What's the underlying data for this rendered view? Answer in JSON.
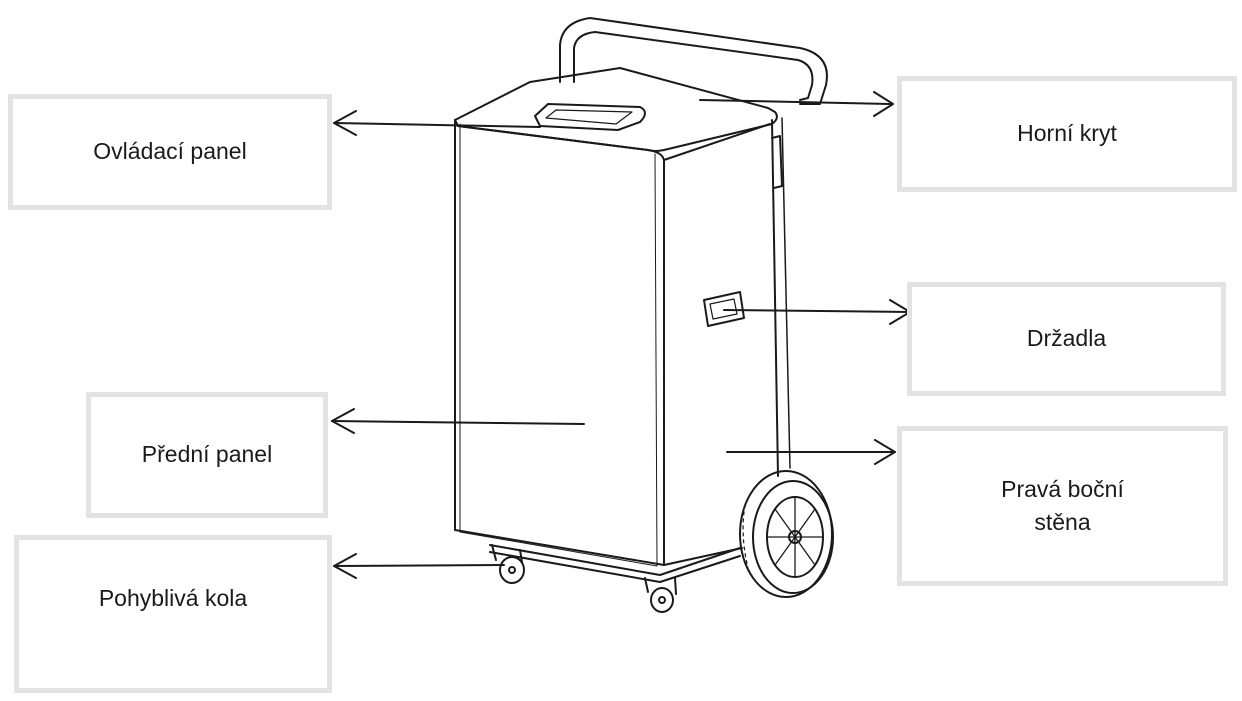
{
  "labels": {
    "ovladaci_panel": "Ovládací panel",
    "horni_kryt": "Horní kryt",
    "drzadla": "Držadla",
    "predni_panel": "Přední panel",
    "prava_bocni_stena_line1": "Pravá boční",
    "prava_bocni_stena_line2": "stěna",
    "pohybliva_kola": "Pohyblivá kola"
  },
  "colors": {
    "box_border": "#e3e3e3",
    "line": "#1a1a1a",
    "background": "#ffffff"
  }
}
